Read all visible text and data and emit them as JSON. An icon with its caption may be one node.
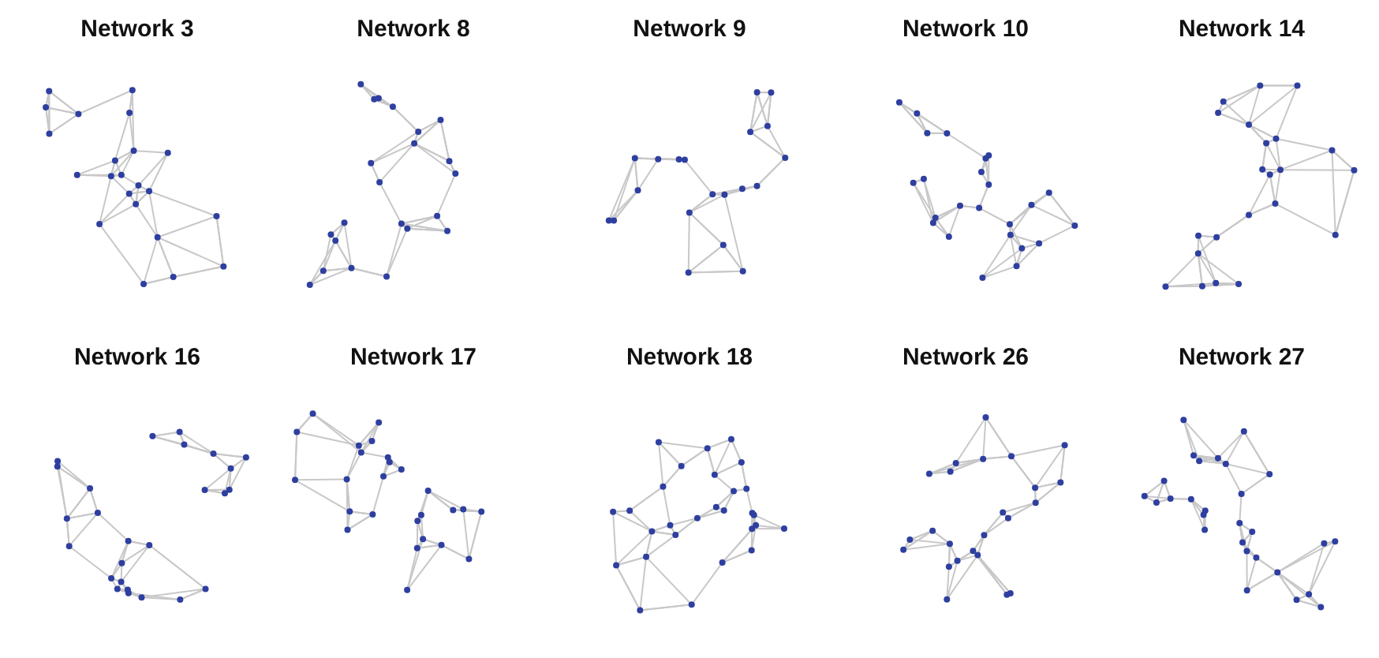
{
  "diagram": {
    "nodes": [
      {
        "text": [
          "Network 3"
        ]
      },
      {
        "text": [
          "Network 8"
        ]
      },
      {
        "text": [
          "Network 9"
        ]
      },
      {
        "text": [
          "Network 10"
        ]
      },
      {
        "text": [
          "Network 14"
        ]
      },
      {
        "text": [
          "Network 16"
        ]
      },
      {
        "text": [
          "Network 17"
        ]
      },
      {
        "text": [
          "Network 18"
        ]
      },
      {
        "text": [
          "Network 26"
        ]
      },
      {
        "text": [
          "Network 27"
        ]
      }
    ]
  }
}
